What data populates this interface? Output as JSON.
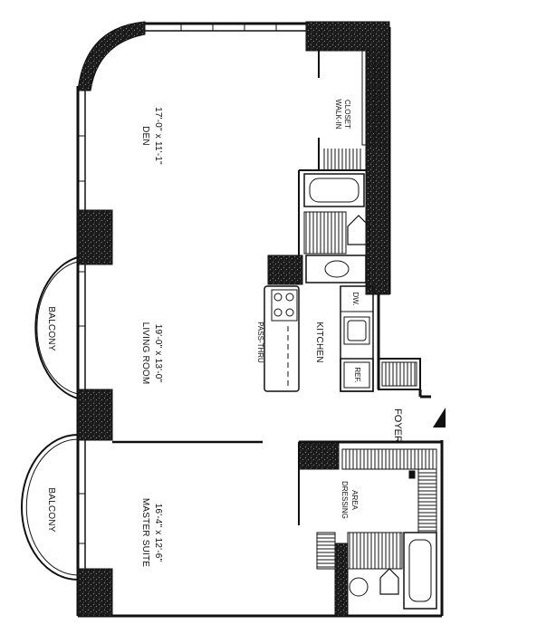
{
  "rooms": {
    "den": {
      "name": "DEN",
      "size": "17'-0\" x 11'-1\""
    },
    "walk_in_closet": {
      "line1": "WALK-IN",
      "line2": "CLOSET"
    },
    "living_room": {
      "name": "LIVING ROOM",
      "size": "19'-0\" x 13'-0\""
    },
    "balcony_top": {
      "name": "BALCONY"
    },
    "balcony_bottom": {
      "name": "BALCONY"
    },
    "kitchen": {
      "name": "KITCHEN"
    },
    "pass_thru": {
      "name": "PASS-THRU"
    },
    "dishwasher": {
      "name": "DW."
    },
    "refrigerator": {
      "name": "REF."
    },
    "foyer": {
      "name": "FOYER"
    },
    "dressing_area": {
      "line1": "DRESSING",
      "line2": "AREA"
    },
    "master_suite": {
      "name": "MASTER SUITE",
      "size": "16'-4\" x 12'-6\""
    }
  },
  "colors": {
    "wall": "#111111",
    "masonry": "#2b2b2b",
    "line": "#111111",
    "background": "#ffffff"
  }
}
